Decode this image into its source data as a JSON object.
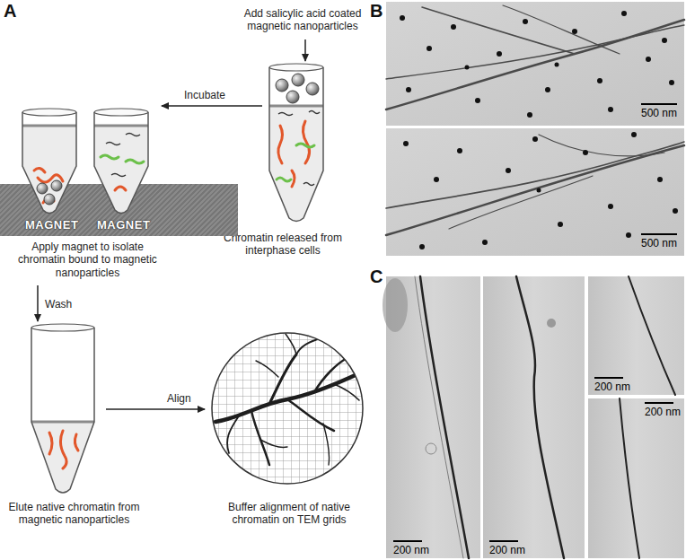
{
  "diagram": {
    "nodes": [
      {
        "text": [
          "MAGNET",
          "MAGNET"
        ]
      }
    ],
    "labels": [
      "A",
      "Add salicylic acid coated magnetic nanoparticles",
      "Incubate",
      "Chromatin released from interphase cells",
      "Apply magnet to isolate chromatin bound to magnetic nanoparticles",
      "Wash",
      "Elute native chromatin from magnetic nanoparticles",
      "Align",
      "Buffer alignment of native chromatin on TEM grids",
      "B",
      "500 nm",
      "500 nm",
      "C",
      "200 nm",
      "200 nm",
      "200 nm",
      "200 nm"
    ]
  }
}
